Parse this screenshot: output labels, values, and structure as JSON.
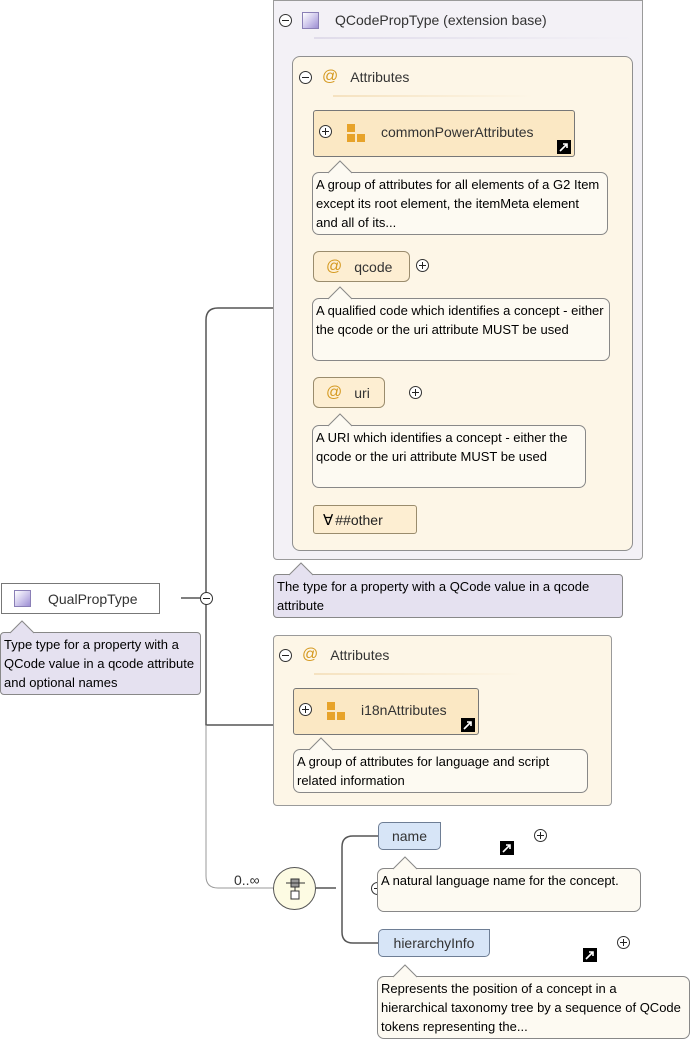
{
  "root": {
    "name": "QualPropType",
    "doc": "Type type for a property with a QCode value in a qcode attribute and optional names"
  },
  "extension": {
    "title": "QCodePropType (extension base)",
    "doc": "The type for a property with a QCode value in a qcode attribute",
    "attributes_label": "Attributes",
    "common_group": {
      "name": "commonPowerAttributes",
      "doc": "A group of attributes for all elements of a G2 Item except its root element, the itemMeta element and all of its..."
    },
    "qcode": {
      "name": "qcode",
      "doc": "A qualified code which identifies a concept - either the qcode or the uri attribute MUST be used"
    },
    "uri": {
      "name": "uri",
      "doc": "A URI which identifies a concept - either the qcode or the uri attribute MUST be used"
    },
    "any_attr": "##other"
  },
  "own_attributes": {
    "label": "Attributes",
    "group": {
      "name": "i18nAttributes",
      "doc": "A group of attributes for language and script related information"
    }
  },
  "sequence": {
    "cardinality": "0..∞",
    "name_elem": {
      "name": "name",
      "doc": "A natural language name for the concept."
    },
    "hierarchy_elem": {
      "name": "hierarchyInfo",
      "doc": "Represents the position of a concept in a hierarchical taxonomy tree by a sequence of QCode tokens representing the..."
    }
  },
  "colors": {
    "complex_type": "#9d8fd3",
    "attribute_icon": "#d59a22",
    "element_fill": "#d7e5f7",
    "attribute_fill": "#fdf6e7"
  },
  "icons": [
    "minus-circle-icon",
    "plus-circle-icon",
    "complex-type-icon",
    "attribute-at-icon",
    "attribute-group-icon",
    "reference-link-icon",
    "sequence-icon"
  ]
}
